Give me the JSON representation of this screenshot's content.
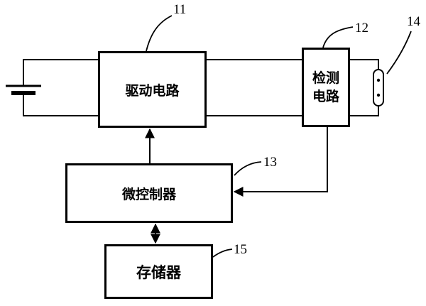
{
  "blocks": {
    "drive": "驱动电路",
    "detect_line1": "检测",
    "detect_line2": "电路",
    "mcu": "微控制器",
    "memory": "存储器"
  },
  "refs": {
    "drive": "11",
    "detect": "12",
    "mcu": "13",
    "sensor": "14",
    "memory": "15"
  }
}
